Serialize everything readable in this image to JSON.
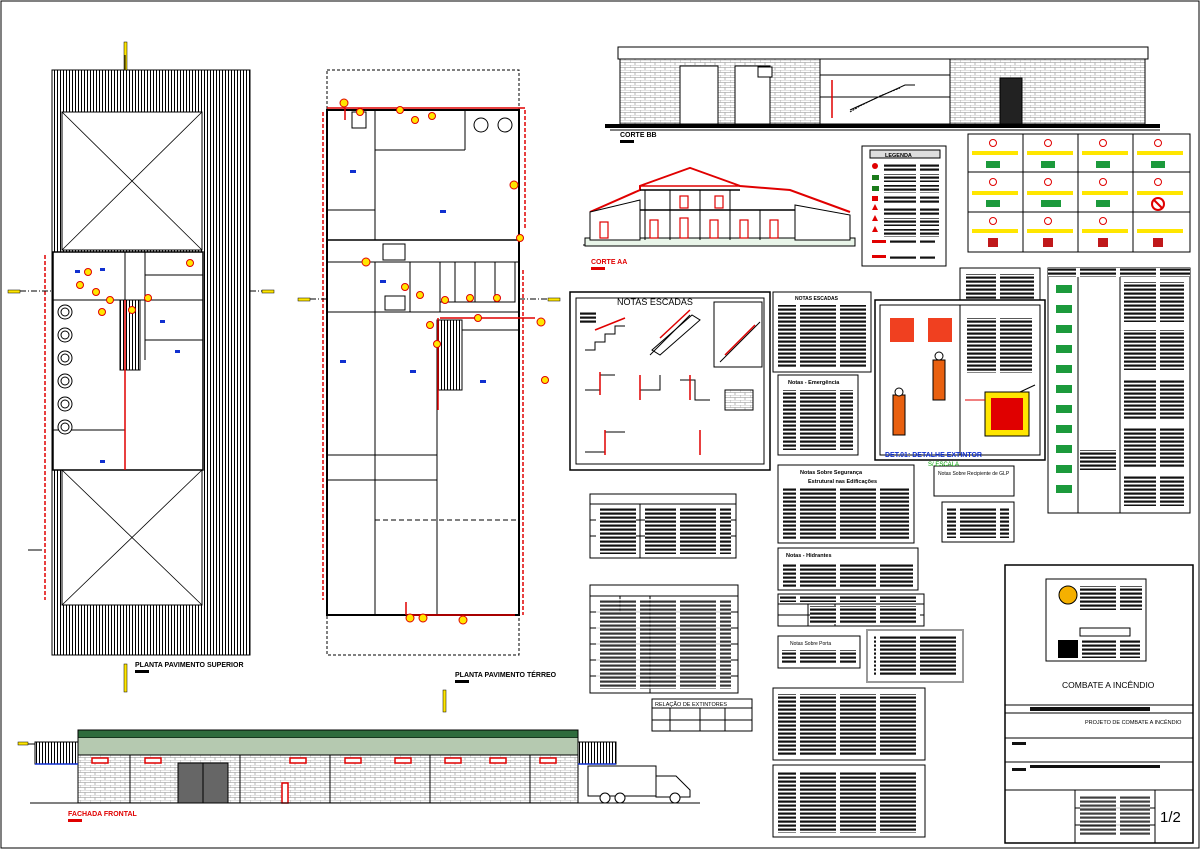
{
  "sheet": {
    "labels": {
      "planta_superior": "PLANTA PAVIMENTO SUPERIOR",
      "planta_terreo": "PLANTA PAVIMENTO TÉRREO",
      "corte_bb": "CORTE BB",
      "corte_aa": "CORTE AA",
      "fachada_frontal": "FACHADA FRONTAL",
      "notas_escadas_title": "NOTAS ESCADAS",
      "notas_escadas_small": "NOTAS ESCADAS",
      "notas_emergencia": "Notas - Emergência",
      "notas_seguranca": "Notas Sobre Segurança Estrutural nas Edificações",
      "notas_seguranca_l1": "Notas Sobre Segurança",
      "notas_seguranca_l2": "Estrutural nas Edificações",
      "notas_hidrantes": "Notas - Hidrantes",
      "notas_porta": "Notas Sobre Porta",
      "notas_glp": "Notas Sobre Recipiente de GLP",
      "legenda": "LEGENDA",
      "detalhe_extintor": "DET.01: DETALHE EXTINTOR",
      "escala": "S/ ESCALA",
      "relacao_extintores": "RELAÇÃO DE EXTINTORES",
      "combate_incendio": "COMBATE A INCÊNDIO",
      "projeto_combate": "PROJETO DE COMBATE A INCÊNDIO",
      "folha": "1/2"
    },
    "colors": {
      "red": "#e00000",
      "yellow": "#ffe600",
      "blue": "#1030d0",
      "green": "#00a000",
      "roof_green": "#2e6b3c",
      "black": "#000000"
    }
  }
}
